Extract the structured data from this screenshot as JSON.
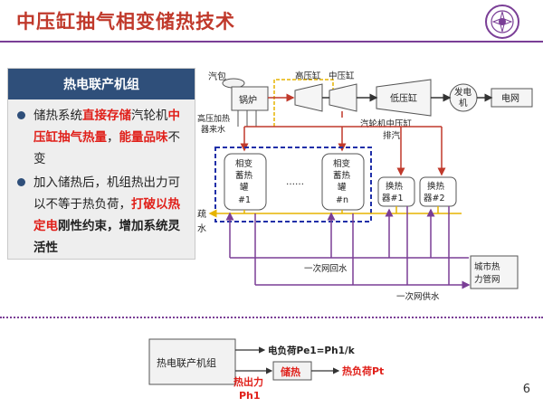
{
  "title": "中压缸抽气相变储热技术",
  "panel": {
    "header": "热电联产机组",
    "bullet1": {
      "p1": "储热系统",
      "p2": "直接存储",
      "p3": "汽轮机",
      "p4": "中压缸抽气热量",
      "p5": "，",
      "p6": "能量品味",
      "p7": "不变"
    },
    "bullet2": {
      "p1": "加入储热后，机组热出力可以不等于热负荷，",
      "p2": "打破以热定电",
      "p3": "刚性约束，增加系统灵活性"
    }
  },
  "diagram": {
    "drum": "汽包",
    "boiler": "锅炉",
    "hp": "高压缸",
    "ip": "中压缸",
    "lp": "低压缸",
    "gen1": "发电",
    "gen2": "机",
    "grid": "电网",
    "feed1": "高压加热",
    "feed2": "器来水",
    "ext1": "汽轮机中压缸",
    "ext2": "排汽",
    "tank_l1": "相变",
    "tank_l2": "蓄热",
    "tank_l3": "罐",
    "tank1_id": "#1",
    "tankn_id": "#n",
    "dots": "……",
    "hx": "换热",
    "hx1": "器#1",
    "hx2": "器#2",
    "drain1": "疏",
    "drain2": "水",
    "return": "一次网回水",
    "supply": "一次网供水",
    "city1": "城市热",
    "city2": "力管网"
  },
  "flow": {
    "chp": "热电联产机组",
    "elec": "电负荷Pe1=Ph1/k",
    "heat_out1": "热出力",
    "heat_out2": "Ph1",
    "storage": "储热",
    "heat_load": "热负荷Pt"
  },
  "page_number": "6",
  "colors": {
    "title": "#c0392b",
    "accent": "#7a3e96",
    "header_bg": "#2f4f7a",
    "emphasis": "#e0201a",
    "steam_line": "#7a3e96",
    "water_line": "#e6b400",
    "hot_line": "#c0392b",
    "dashed_box": "#1f2fa8"
  }
}
